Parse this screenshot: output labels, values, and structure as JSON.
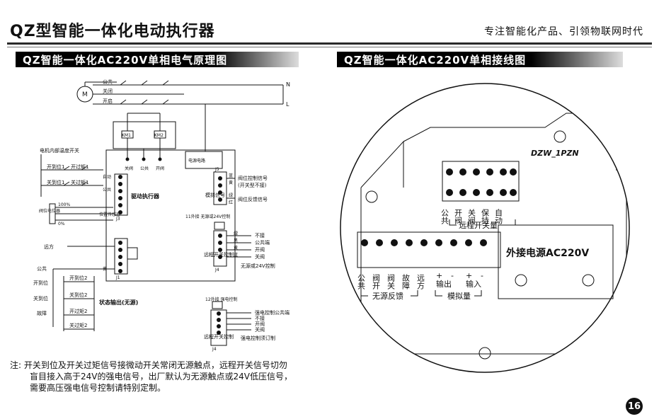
{
  "header": {
    "title": "QZ型智能一体化电动执行器",
    "slogan": "专注智能化产品、引领物联网时代"
  },
  "left_section": {
    "heading": "QZ智能一体化AC220V单相电气原理图",
    "motor_label": "M",
    "line_phase_label": "L",
    "line_neutral_label": "N",
    "motor_lines": [
      "公共",
      "关闭",
      "开启"
    ],
    "relays": [
      "KM1",
      "KM2"
    ],
    "internal_labels": [
      "关阀",
      "公共",
      "开阀"
    ],
    "power_circuit": "电源电路",
    "temp_switch": "电机内部温度开关",
    "open_limit": "开到位1",
    "open_torque": "开过矩1",
    "close_limit": "关到位1",
    "close_torque": "关过矩1",
    "module_labels": [
      "自动",
      "公共"
    ],
    "position_pot": "阀位电位器",
    "pot_marks": [
      "100%",
      "0%"
    ],
    "position_sensor": "位置传感器",
    "drive_board": "驱动执行器",
    "analog_signal": "模拟信号",
    "j3_label": "J3",
    "j4_label": "J4",
    "j5_label": "J5",
    "j1_label": "J1",
    "input_labels": [
      "阀位控制信号",
      "(开关型不接)",
      "阀位反馈信号"
    ],
    "input_wire_labels": [
      "蓝",
      "黄",
      "绿",
      "红"
    ],
    "remote_power_note": "11外接 无源或24V控制",
    "remote_dry_labels": [
      "不接",
      "公共端",
      "开阀",
      "关阀"
    ],
    "remote_wire_labels": [
      "绿",
      "黑",
      "黄",
      "蓝"
    ],
    "remote_switch": "远程开关控制",
    "remote_dry_caption": "无源或24V控制",
    "strong_power_note": "12外接 强电控制",
    "strong_labels": [
      "强电控制公共端",
      "不接",
      "开阀",
      "关阀"
    ],
    "strong_caption": "强电控制须订制",
    "far_near": "远方",
    "feedback_common": "公共",
    "feedback_open": "开到位",
    "feedback_close": "关到位",
    "feedback_fault": "故障",
    "open_limit2": "开到位2",
    "close_limit2": "关到位2",
    "open_torque2": "开过矩2",
    "close_torque2": "关过矩2",
    "status_output": "状态输出(无源)",
    "yellow_wire": "黄"
  },
  "right_section": {
    "heading": "QZ智能一体化AC220V单相接线图",
    "board_model": "DZW_1PZN",
    "top_terminal_labels": [
      "公共",
      "开阀",
      "关阀",
      "保持",
      "自动"
    ],
    "top_group_caption": "远程开关量",
    "bottom_terminal_labels": [
      "公共",
      "阀开",
      "阀关",
      "故障",
      "远方",
      "+",
      "-",
      "+",
      "-"
    ],
    "bottom_group_caption_1": "无源反馈",
    "bottom_group_caption_2": "输出",
    "bottom_group_caption_3": "输入",
    "bottom_group_caption_4": "模拟量",
    "power_label": "外接电源AC220V"
  },
  "note": {
    "prefix": "注:",
    "text_1": "开关到位及开关过矩信号接微动开关常闭无源触点，远程开关信号切勿",
    "text_2": "盲目接入高于24V的强电信号，出厂默认为无源触点或24V低压信号，",
    "text_3": "需要高压强电信号控制请特别定制。"
  },
  "page_number": "16"
}
